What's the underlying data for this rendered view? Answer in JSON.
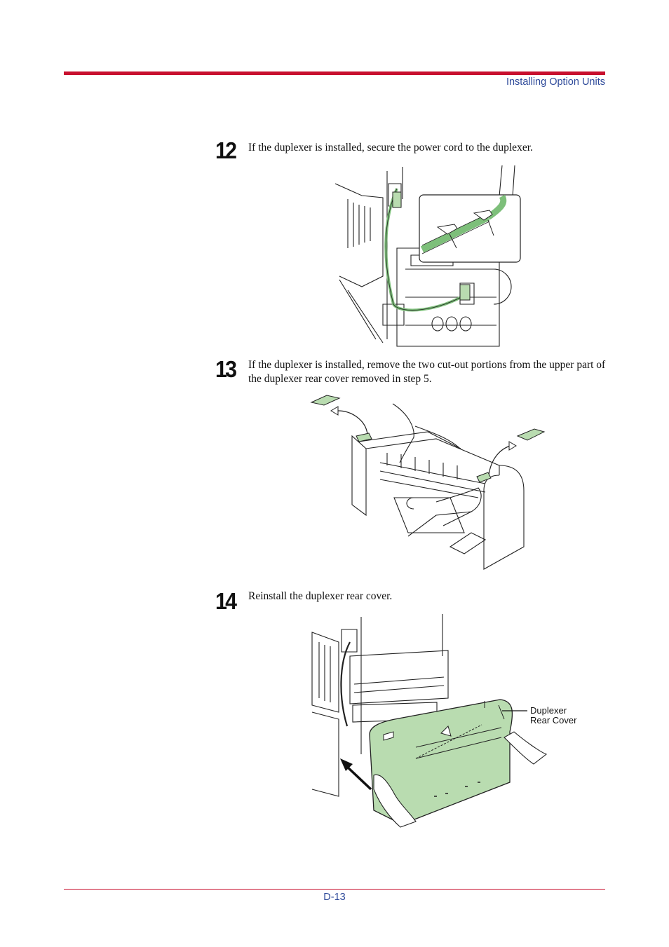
{
  "header": {
    "section_title": "Installing Option Units"
  },
  "steps": [
    {
      "number": "12",
      "text": "If the duplexer is installed, secure the power cord to the duplexer."
    },
    {
      "number": "13",
      "text": "If the duplexer is installed, remove the two cut-out portions from the upper part of the duplexer rear cover removed in step 5."
    },
    {
      "number": "14",
      "text": "Reinstall the duplexer rear cover."
    }
  ],
  "figures": {
    "fig3_callout_line1": "Duplexer",
    "fig3_callout_line2": "Rear Cover",
    "highlight_color": "#b9dcb0",
    "cord_color": "#7dbf7a"
  },
  "footer": {
    "page_number": "D-13"
  }
}
